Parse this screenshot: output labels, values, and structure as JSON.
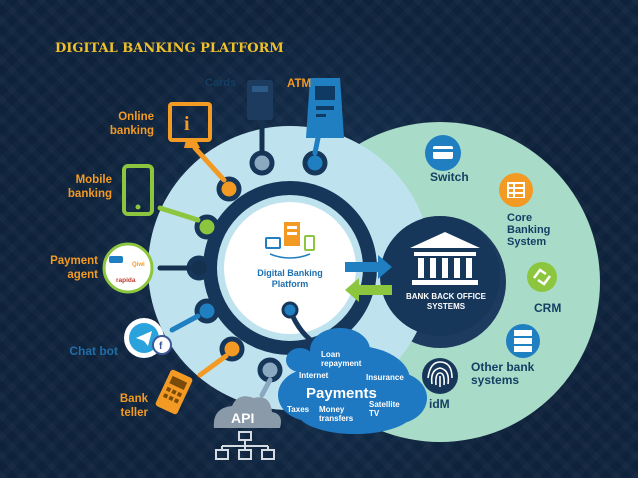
{
  "title": "DIGITAL BANKING PLATFORM",
  "channels": {
    "cards": "Cards",
    "atm": "ATM",
    "online_banking": [
      "Online",
      "banking"
    ],
    "mobile_banking": [
      "Mobile",
      "banking"
    ],
    "payment_agent": [
      "Payment",
      "agent"
    ],
    "chat_bot": "Chat bot",
    "bank_teller": [
      "Bank",
      "teller"
    ],
    "api": "API"
  },
  "center": {
    "label": [
      "Digital Banking",
      "Platform"
    ]
  },
  "back_office": {
    "label": [
      "BANK BACK OFFICE",
      "SYSTEMS"
    ]
  },
  "systems": {
    "switch": "Switch",
    "core_banking": [
      "Core",
      "Banking",
      "System"
    ],
    "crm": "CRM",
    "other_bank_systems": [
      "Other bank",
      "systems"
    ],
    "idm": "idM"
  },
  "payments": {
    "title": "Payments",
    "loan": [
      "Loan",
      "repayment"
    ],
    "internet": "Internet",
    "insurance": "Insurance",
    "taxes": "Taxes",
    "money_transfers": [
      "Money",
      "transfers"
    ],
    "satellite_tv": [
      "Satellite",
      "TV"
    ]
  },
  "agent_logos": [
    "Qiwi",
    "rapida"
  ],
  "colors": {
    "title": "#f0c02a",
    "label_orange": "#f29a23",
    "label_blue": "#1e6fb0",
    "ring": "#b9dfe9",
    "back_office_ring": "#9ed6c0",
    "dot_orange": "#f29a23",
    "dot_navy": "#14324f",
    "dot_green": "#8cc63f",
    "dot_blue": "#1f7fc1",
    "arrow_blue": "#1e6fb0",
    "arrow_green": "#8cc63f",
    "cloud": "#1e78c2"
  }
}
